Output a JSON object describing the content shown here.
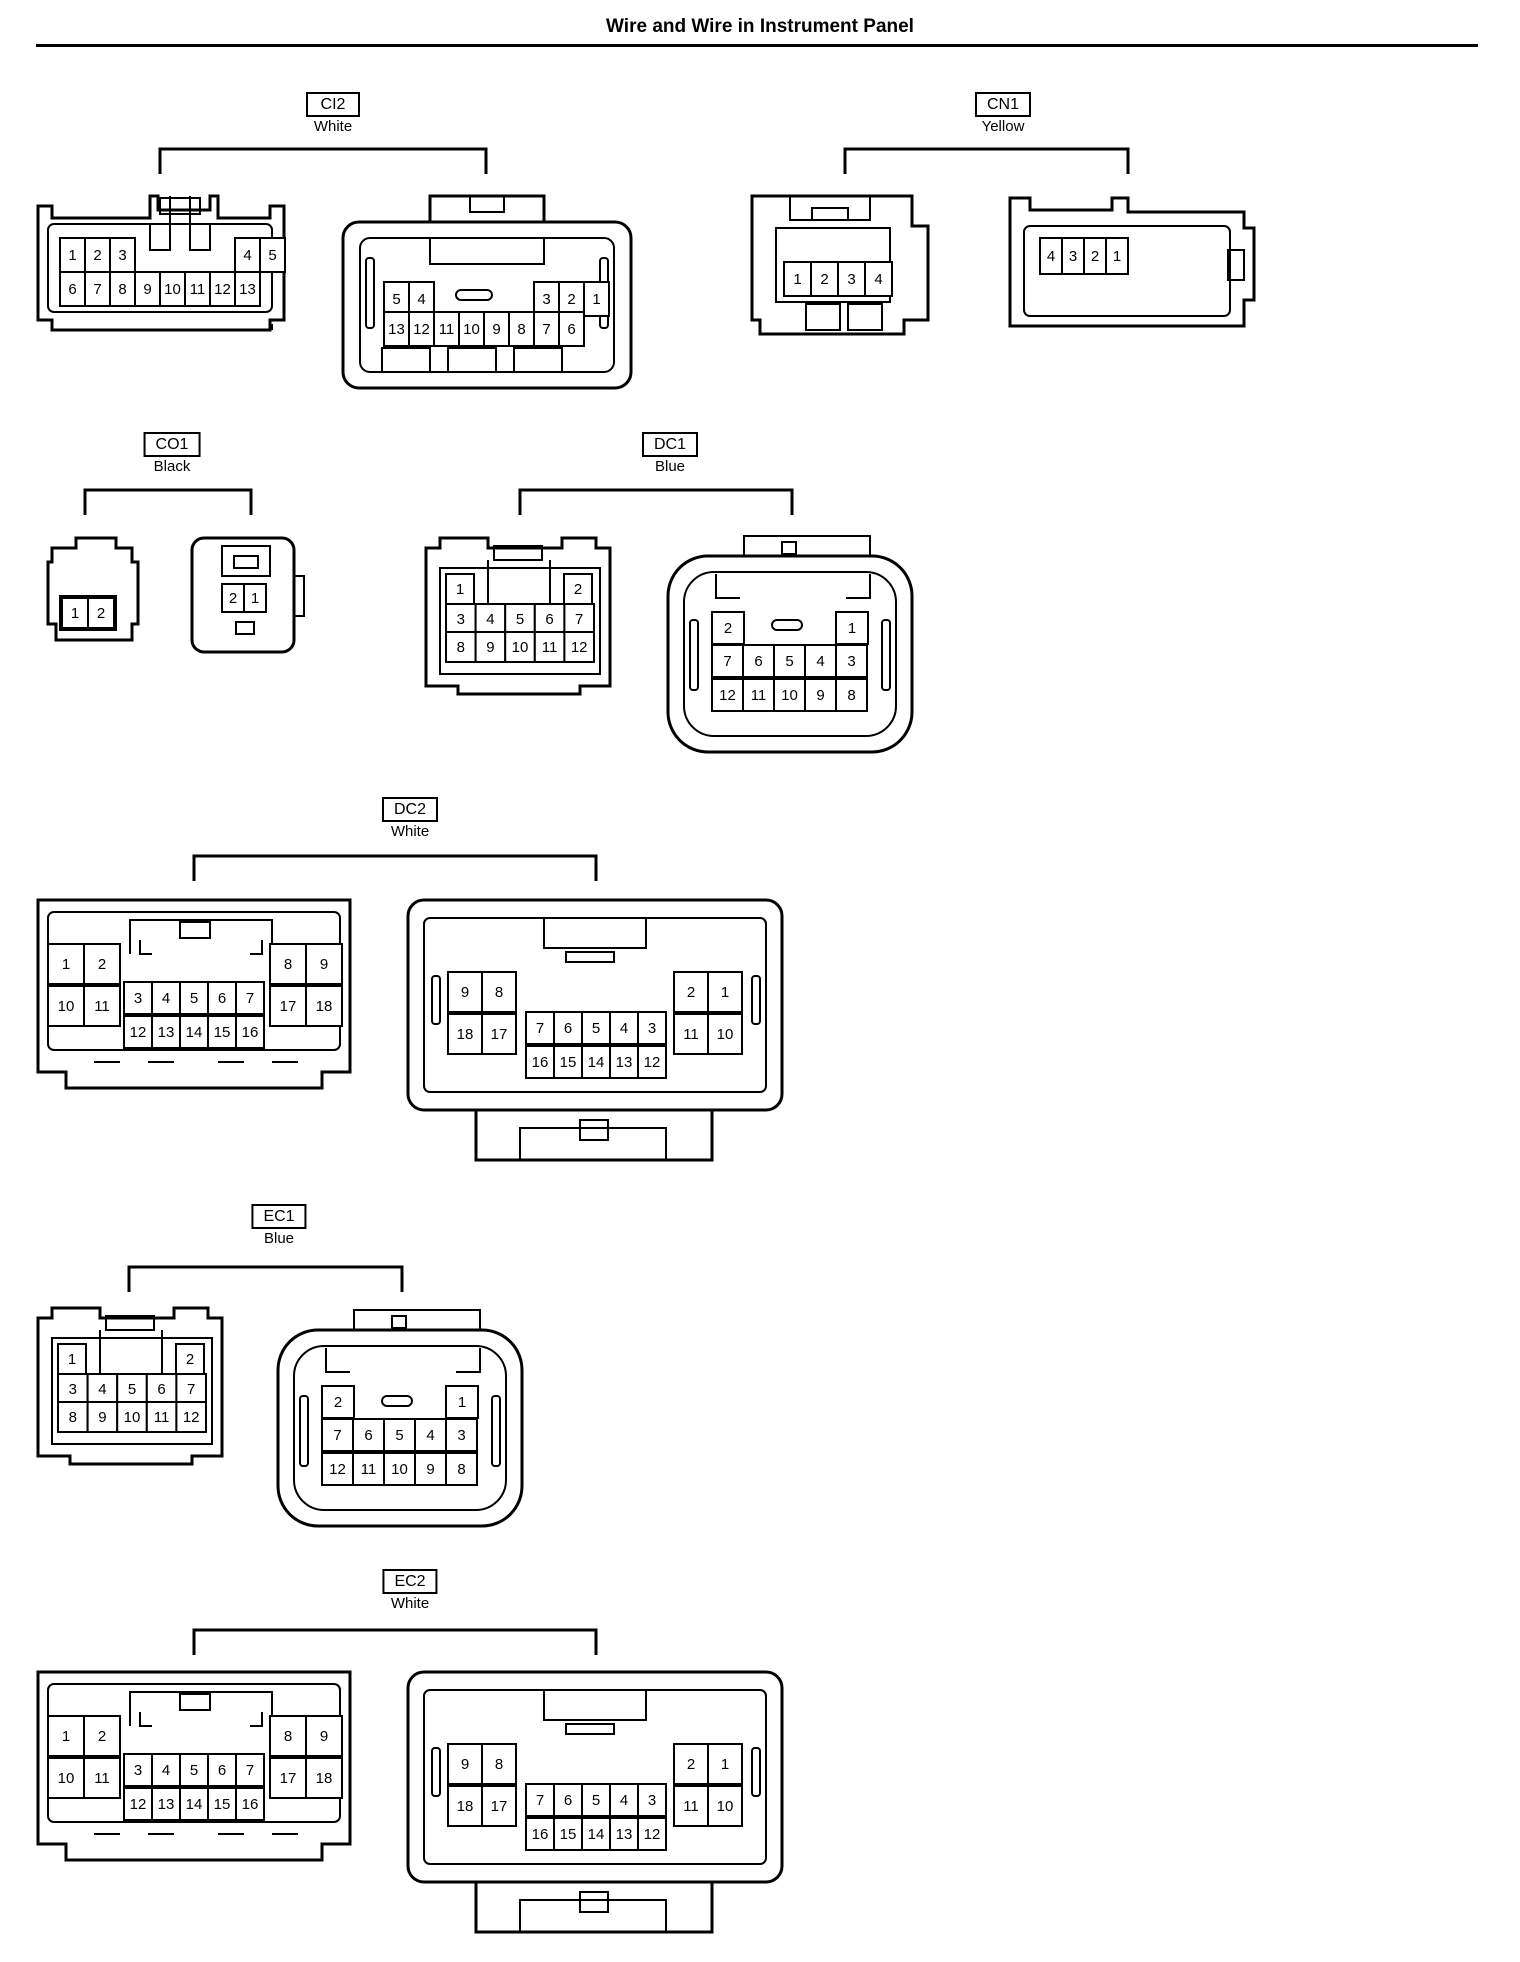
{
  "page_title": "Wire and Wire in Instrument Panel",
  "connectors": [
    {
      "code": "CI2",
      "color": "White",
      "views": [
        {
          "rows": [
            [
              "1",
              "2",
              "3",
              "",
              "",
              "",
              "",
              "4",
              "5"
            ],
            [
              "6",
              "7",
              "8",
              "9",
              "10",
              "11",
              "12",
              "13"
            ]
          ]
        },
        {
          "rows": [
            [
              "5",
              "4",
              "",
              "",
              "",
              "",
              "3",
              "2",
              "1"
            ],
            [
              "13",
              "12",
              "11",
              "10",
              "9",
              "8",
              "7",
              "6"
            ]
          ]
        }
      ]
    },
    {
      "code": "CN1",
      "color": "Yellow",
      "views": [
        {
          "rows": [
            [
              "1",
              "2",
              "3",
              "4"
            ]
          ]
        },
        {
          "rows": [
            [
              "4",
              "3",
              "2",
              "1"
            ]
          ]
        }
      ]
    },
    {
      "code": "CO1",
      "color": "Black",
      "views": [
        {
          "rows": [
            [
              "1",
              "2"
            ]
          ]
        },
        {
          "rows": [
            [
              "2",
              "1"
            ]
          ]
        }
      ]
    },
    {
      "code": "DC1",
      "color": "Blue",
      "views": [
        {
          "rows": [
            [
              "1",
              "2"
            ],
            [
              "3",
              "4",
              "5",
              "6",
              "7"
            ],
            [
              "8",
              "9",
              "10",
              "11",
              "12"
            ]
          ]
        },
        {
          "rows": [
            [
              "2",
              "1"
            ],
            [
              "7",
              "6",
              "5",
              "4",
              "3"
            ],
            [
              "12",
              "11",
              "10",
              "9",
              "8"
            ]
          ]
        }
      ]
    },
    {
      "code": "DC2",
      "color": "White",
      "views": [
        {
          "rows": [
            [
              "1",
              "2",
              "8",
              "9"
            ],
            [
              "10",
              "11",
              "17",
              "18"
            ],
            [
              "3",
              "4",
              "5",
              "6",
              "7"
            ],
            [
              "12",
              "13",
              "14",
              "15",
              "16"
            ]
          ]
        },
        {
          "rows": [
            [
              "9",
              "8",
              "2",
              "1"
            ],
            [
              "18",
              "17",
              "11",
              "10"
            ],
            [
              "7",
              "6",
              "5",
              "4",
              "3"
            ],
            [
              "16",
              "15",
              "14",
              "13",
              "12"
            ]
          ]
        }
      ]
    },
    {
      "code": "EC1",
      "color": "Blue",
      "views": [
        {
          "rows": [
            [
              "1",
              "2"
            ],
            [
              "3",
              "4",
              "5",
              "6",
              "7"
            ],
            [
              "8",
              "9",
              "10",
              "11",
              "12"
            ]
          ]
        },
        {
          "rows": [
            [
              "2",
              "1"
            ],
            [
              "7",
              "6",
              "5",
              "4",
              "3"
            ],
            [
              "12",
              "11",
              "10",
              "9",
              "8"
            ]
          ]
        }
      ]
    },
    {
      "code": "EC2",
      "color": "White",
      "views": [
        {
          "rows": [
            [
              "1",
              "2",
              "8",
              "9"
            ],
            [
              "10",
              "11",
              "17",
              "18"
            ],
            [
              "3",
              "4",
              "5",
              "6",
              "7"
            ],
            [
              "12",
              "13",
              "14",
              "15",
              "16"
            ]
          ]
        },
        {
          "rows": [
            [
              "9",
              "8",
              "2",
              "1"
            ],
            [
              "18",
              "17",
              "11",
              "10"
            ],
            [
              "7",
              "6",
              "5",
              "4",
              "3"
            ],
            [
              "16",
              "15",
              "14",
              "13",
              "12"
            ]
          ]
        }
      ]
    }
  ]
}
